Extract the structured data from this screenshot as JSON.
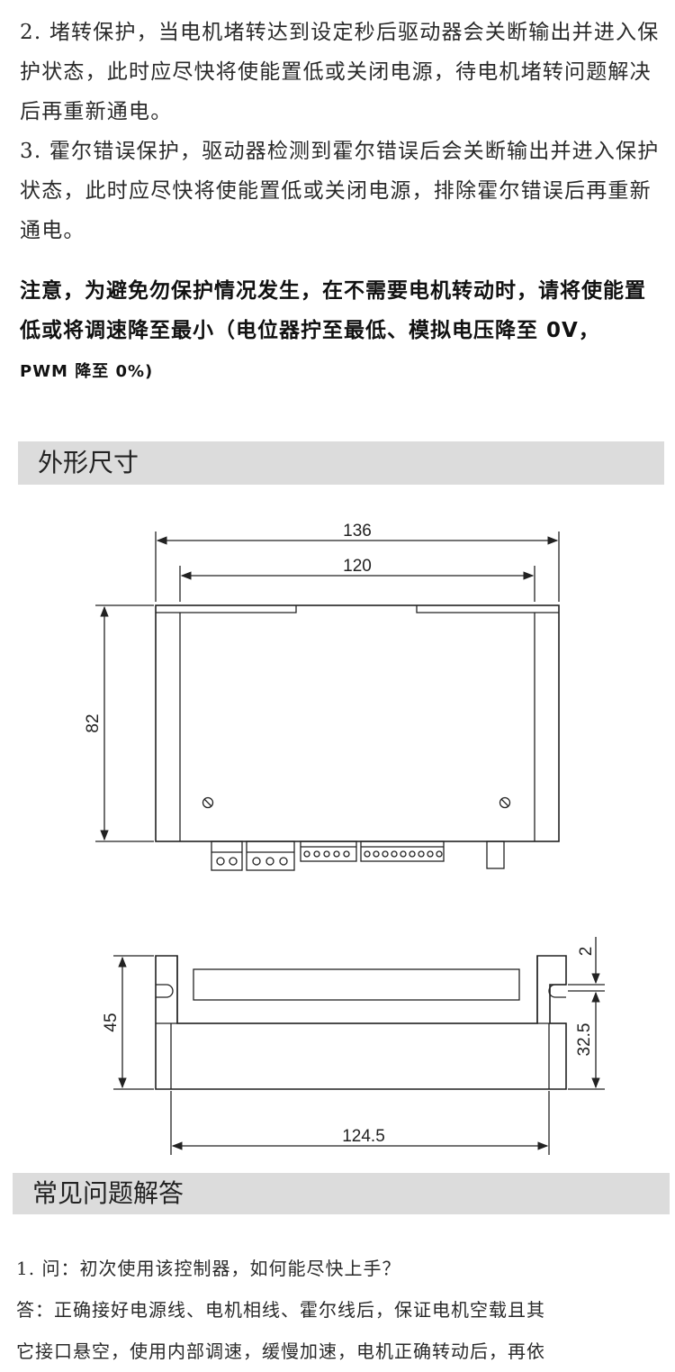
{
  "paragraphs": {
    "p2": "2. 堵转保护，当电机堵转达到设定秒后驱动器会关断输出并进入保护状态，此时应尽快将使能置低或关闭电源，待电机堵转问题解决后再重新通电。",
    "p3": "3. 霍尔错误保护，驱动器检测到霍尔错误后会关断输出并进入保护状态，此时应尽快将使能置低或关闭电源，排除霍尔错误后再重新通电。",
    "note_main": "注意，为避免勿保护情况发生，在不需要电机转动时，请将使能置低或将调速降至最小（电位器拧至最低、模拟电压降至 0V，",
    "note_tail": "PWM 降至 0%)"
  },
  "sections": {
    "dimensions": "外形尺寸",
    "faq": "常见问题解答"
  },
  "dimensions": {
    "top_total_width": "136",
    "top_inner_width": "120",
    "top_height": "82",
    "side_height": "45",
    "side_gap": "2",
    "side_lower_height": "32.5",
    "side_width": "124.5"
  },
  "faq": {
    "q1": "1. 问：初次使用该控制器，如何能尽快上手？",
    "a1_line1": "答：正确接好电源线、电机相线、霍尔线后，保证电机空载且其",
    "a1_line2": "它接口悬空，使用内部调速，缓慢加速，电机正确转动后，再依"
  }
}
